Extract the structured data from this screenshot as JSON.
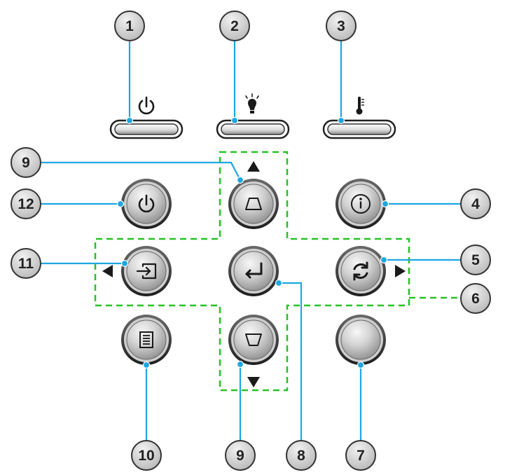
{
  "callouts": [
    {
      "label": "1"
    },
    {
      "label": "2"
    },
    {
      "label": "3"
    },
    {
      "label": "4"
    },
    {
      "label": "5"
    },
    {
      "label": "6"
    },
    {
      "label": "7"
    },
    {
      "label": "8"
    },
    {
      "label": "9"
    },
    {
      "label": "9"
    },
    {
      "label": "10"
    },
    {
      "label": "11"
    },
    {
      "label": "12"
    }
  ],
  "indicators": [
    {
      "icon": "power-icon"
    },
    {
      "icon": "lamp-icon"
    },
    {
      "icon": "temperature-icon"
    }
  ],
  "buttons": [
    {
      "icon": "power-icon"
    },
    {
      "icon": "keystone-up-icon"
    },
    {
      "icon": "info-icon"
    },
    {
      "icon": "source-icon"
    },
    {
      "icon": "enter-icon"
    },
    {
      "icon": "resync-icon"
    },
    {
      "icon": "menu-icon"
    },
    {
      "icon": "keystone-down-icon"
    },
    {
      "icon": "blank-icon"
    }
  ],
  "arrows": [
    {
      "icon": "arrow-up-icon"
    },
    {
      "icon": "arrow-left-icon"
    },
    {
      "icon": "arrow-right-icon"
    },
    {
      "icon": "arrow-down-icon"
    }
  ],
  "colors": {
    "leader_line": "#1ea7e1",
    "dpad_outline": "#27c227",
    "callout_fill": "#d9d9d9",
    "callout_stroke": "#333333",
    "button_face": "#c9c9c9",
    "icon": "#1a1a1a"
  }
}
